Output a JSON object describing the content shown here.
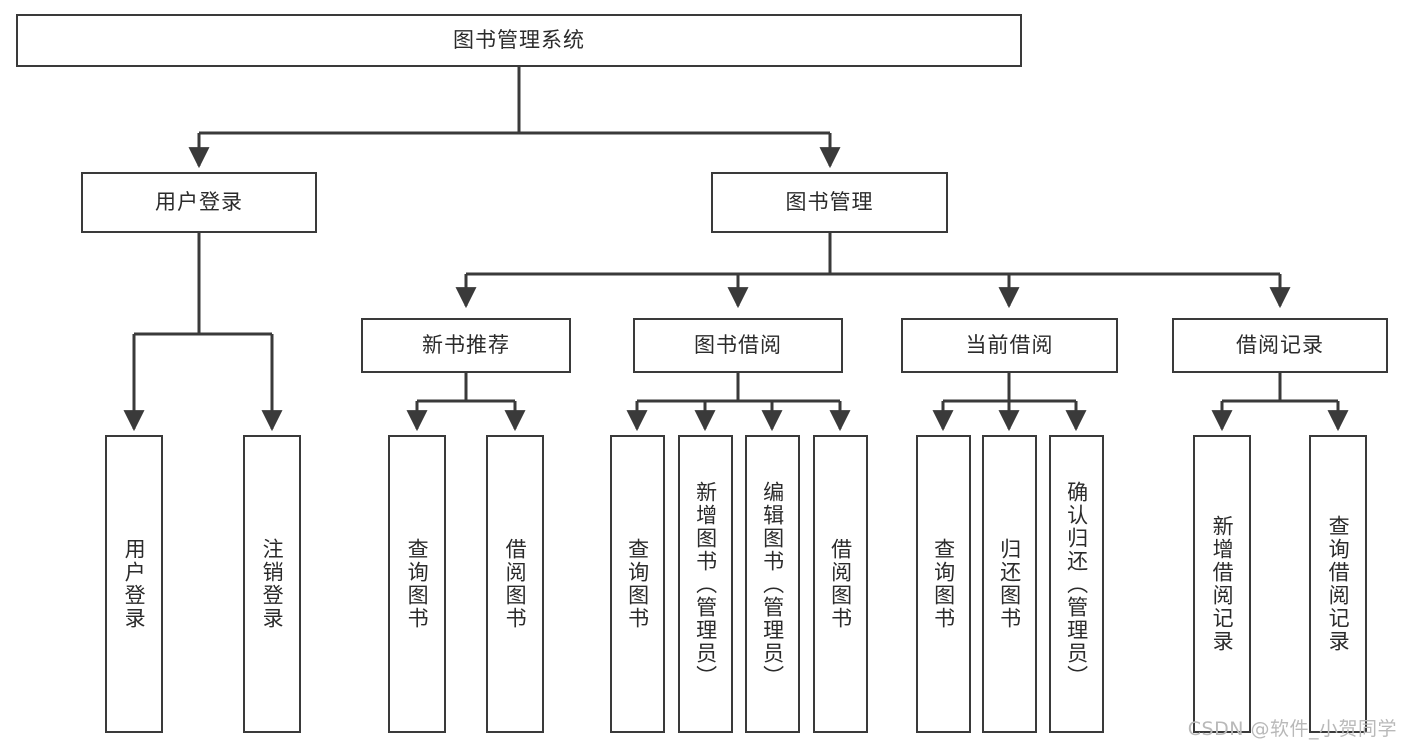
{
  "diagram": {
    "title": "图书管理系统",
    "type": "tree",
    "colors": {
      "background": "#ffffff",
      "box_border": "#3a3a3a",
      "connector": "#3a3a3a",
      "text": "#2b2b2b",
      "watermark": "#b9b9b9"
    },
    "root": {
      "label": "图书管理系统",
      "orientation": "horizontal"
    },
    "level2": [
      {
        "label": "用户登录",
        "orientation": "horizontal"
      },
      {
        "label": "图书管理",
        "orientation": "horizontal"
      }
    ],
    "level3": [
      {
        "label": "新书推荐",
        "orientation": "horizontal"
      },
      {
        "label": "图书借阅",
        "orientation": "horizontal"
      },
      {
        "label": "当前借阅",
        "orientation": "horizontal"
      },
      {
        "label": "借阅记录",
        "orientation": "horizontal"
      }
    ],
    "leaves": {
      "user_login": [
        {
          "label": "用户登录",
          "orientation": "vertical"
        },
        {
          "label": "注销登录",
          "orientation": "vertical"
        }
      ],
      "new_book_recommend": [
        {
          "label": "查询图书",
          "orientation": "vertical"
        },
        {
          "label": "借阅图书",
          "orientation": "vertical"
        }
      ],
      "book_borrow": [
        {
          "label": "查询图书",
          "orientation": "vertical"
        },
        {
          "label": "新增图书（管理员）",
          "orientation": "vertical"
        },
        {
          "label": "编辑图书（管理员）",
          "orientation": "vertical"
        },
        {
          "label": "借阅图书",
          "orientation": "vertical"
        }
      ],
      "current_borrow": [
        {
          "label": "查询图书",
          "orientation": "vertical"
        },
        {
          "label": "归还图书",
          "orientation": "vertical"
        },
        {
          "label": "确认归还（管理员）",
          "orientation": "vertical"
        }
      ],
      "borrow_record": [
        {
          "label": "新增借阅记录",
          "orientation": "vertical"
        },
        {
          "label": "查询借阅记录",
          "orientation": "vertical"
        }
      ]
    }
  },
  "watermark": {
    "text": "CSDN @软件_小贺同学"
  }
}
